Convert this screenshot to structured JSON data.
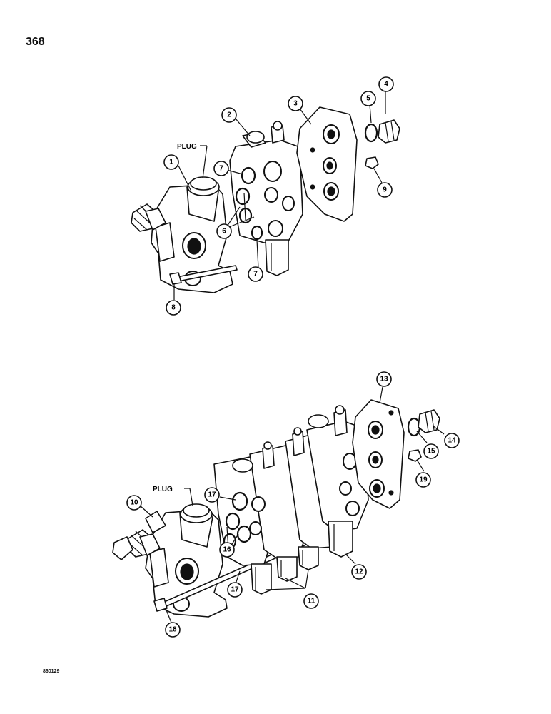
{
  "page_number": "368",
  "footer_code": "860129",
  "plug_label": "PLUG",
  "callouts": [
    "1",
    "2",
    "3",
    "4",
    "5",
    "6",
    "7",
    "8",
    "9",
    "10",
    "11",
    "12",
    "13",
    "14",
    "15",
    "16",
    "17",
    "18",
    "19"
  ]
}
